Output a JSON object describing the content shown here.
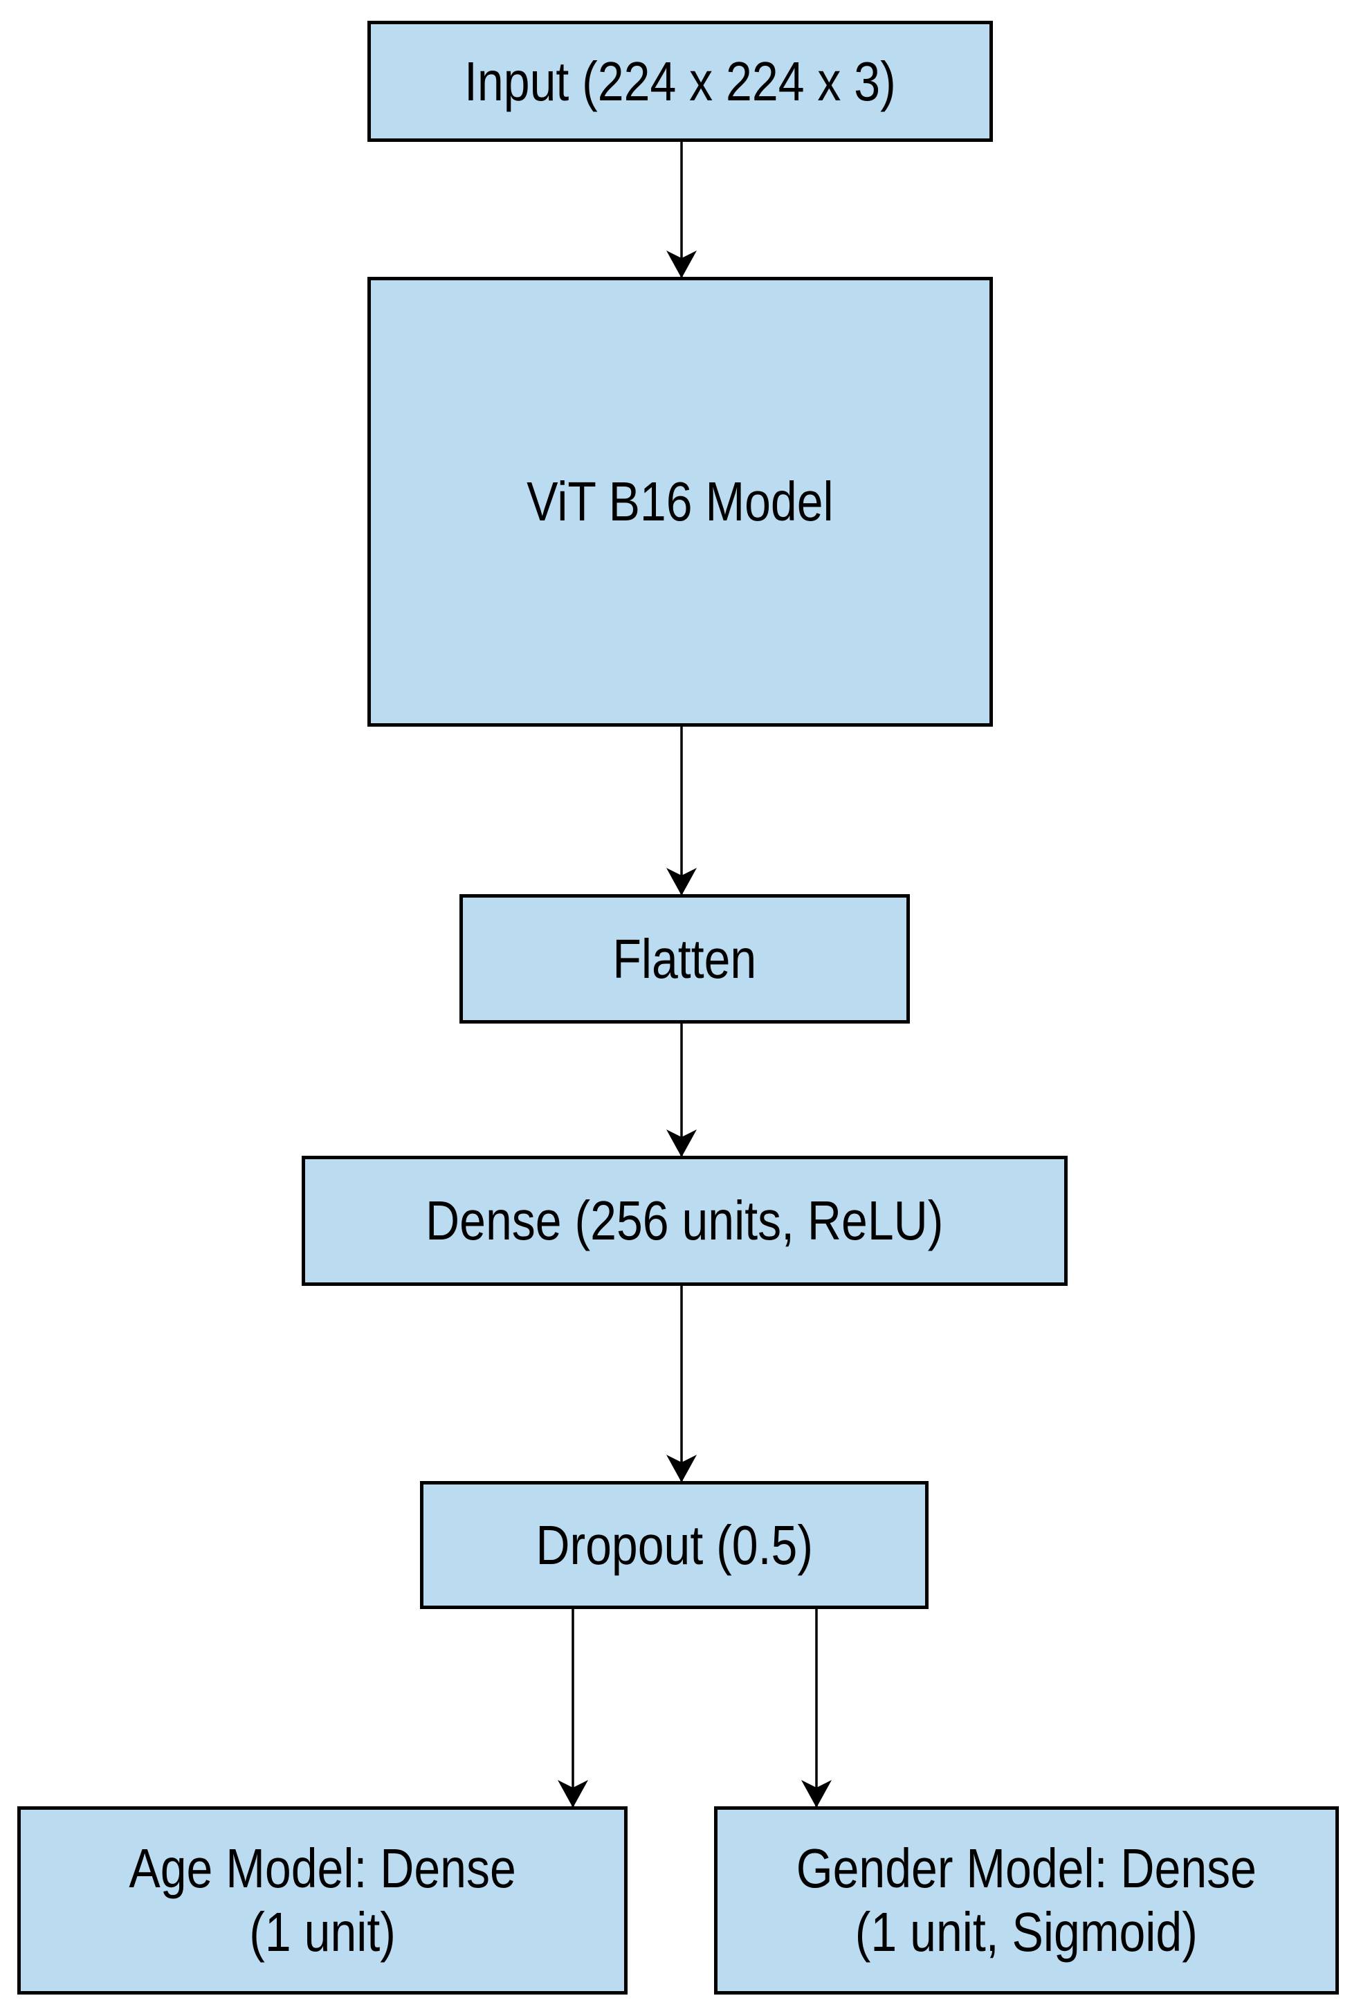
{
  "colors": {
    "node_fill": "#BBDBF0",
    "node_border": "#000000",
    "arrow_color": "#000000",
    "page_bg": "#FFFFFF"
  },
  "nodes": {
    "input": {
      "label": "Input (224 x 224 x 3)"
    },
    "vit": {
      "label": "ViT B16 Model"
    },
    "flatten": {
      "label": "Flatten"
    },
    "dense": {
      "label": "Dense (256 units, ReLU)"
    },
    "dropout": {
      "label": "Dropout (0.5)"
    },
    "age": {
      "line1": "Age Model: Dense",
      "line2": "(1 unit)"
    },
    "gender": {
      "line1": "Gender Model: Dense",
      "line2": "(1 unit, Sigmoid)"
    }
  },
  "edges": [
    {
      "from": "input",
      "to": "vit"
    },
    {
      "from": "vit",
      "to": "flatten"
    },
    {
      "from": "flatten",
      "to": "dense"
    },
    {
      "from": "dense",
      "to": "dropout"
    },
    {
      "from": "dropout",
      "to": "age"
    },
    {
      "from": "dropout",
      "to": "gender"
    }
  ]
}
